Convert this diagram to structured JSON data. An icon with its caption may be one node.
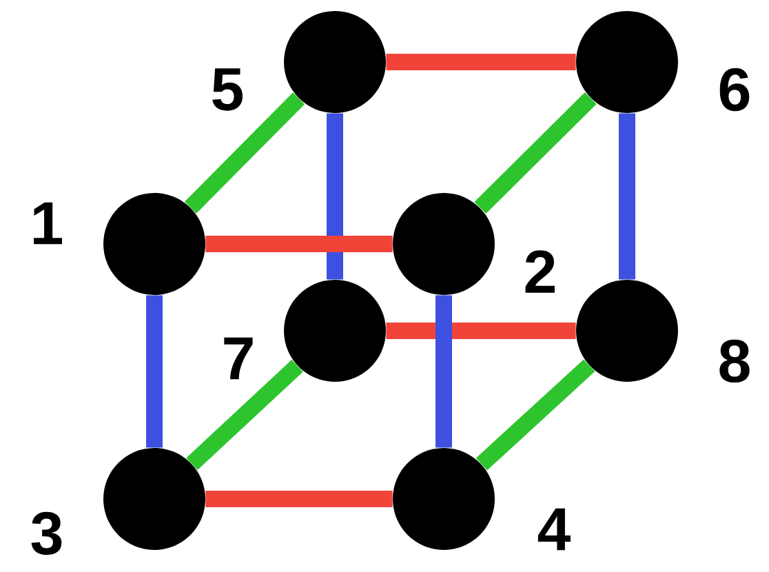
{
  "diagram": {
    "nodes": [
      {
        "text": [],
        "shape": "circle",
        "beside": [
          "1"
        ]
      },
      {
        "text": [],
        "shape": "circle",
        "beside": [
          "2"
        ]
      },
      {
        "text": [],
        "shape": "circle",
        "beside": [
          "3"
        ]
      },
      {
        "text": [],
        "shape": "circle",
        "beside": [
          "4"
        ]
      },
      {
        "text": [],
        "shape": "circle",
        "beside": [
          "5"
        ]
      },
      {
        "text": [],
        "shape": "circle",
        "beside": [
          "6"
        ]
      },
      {
        "text": [],
        "shape": "circle",
        "beside": [
          "7"
        ]
      },
      {
        "text": [],
        "shape": "circle",
        "beside": [
          "8"
        ]
      }
    ],
    "edges": [
      {
        "from": 4,
        "to": 5,
        "arrow": "none",
        "color": "#f04438"
      },
      {
        "from": 4,
        "to": 6,
        "arrow": "none",
        "color": "#3d50e0"
      },
      {
        "from": 5,
        "to": 7,
        "arrow": "none",
        "color": "#3d50e0"
      },
      {
        "from": 0,
        "to": 4,
        "arrow": "none",
        "color": "#2ec42e"
      },
      {
        "from": 1,
        "to": 5,
        "arrow": "none",
        "color": "#2ec42e"
      },
      {
        "from": 6,
        "to": 7,
        "arrow": "none",
        "color": "#f04438"
      },
      {
        "from": 2,
        "to": 6,
        "arrow": "none",
        "color": "#2ec42e"
      },
      {
        "from": 3,
        "to": 7,
        "arrow": "none",
        "color": "#2ec42e"
      },
      {
        "from": 0,
        "to": 1,
        "arrow": "none",
        "color": "#f04438"
      },
      {
        "from": 0,
        "to": 2,
        "arrow": "none",
        "color": "#3d50e0"
      },
      {
        "from": 1,
        "to": 3,
        "arrow": "none",
        "color": "#3d50e0"
      },
      {
        "from": 2,
        "to": 3,
        "arrow": "none",
        "color": "#f04438"
      }
    ]
  }
}
